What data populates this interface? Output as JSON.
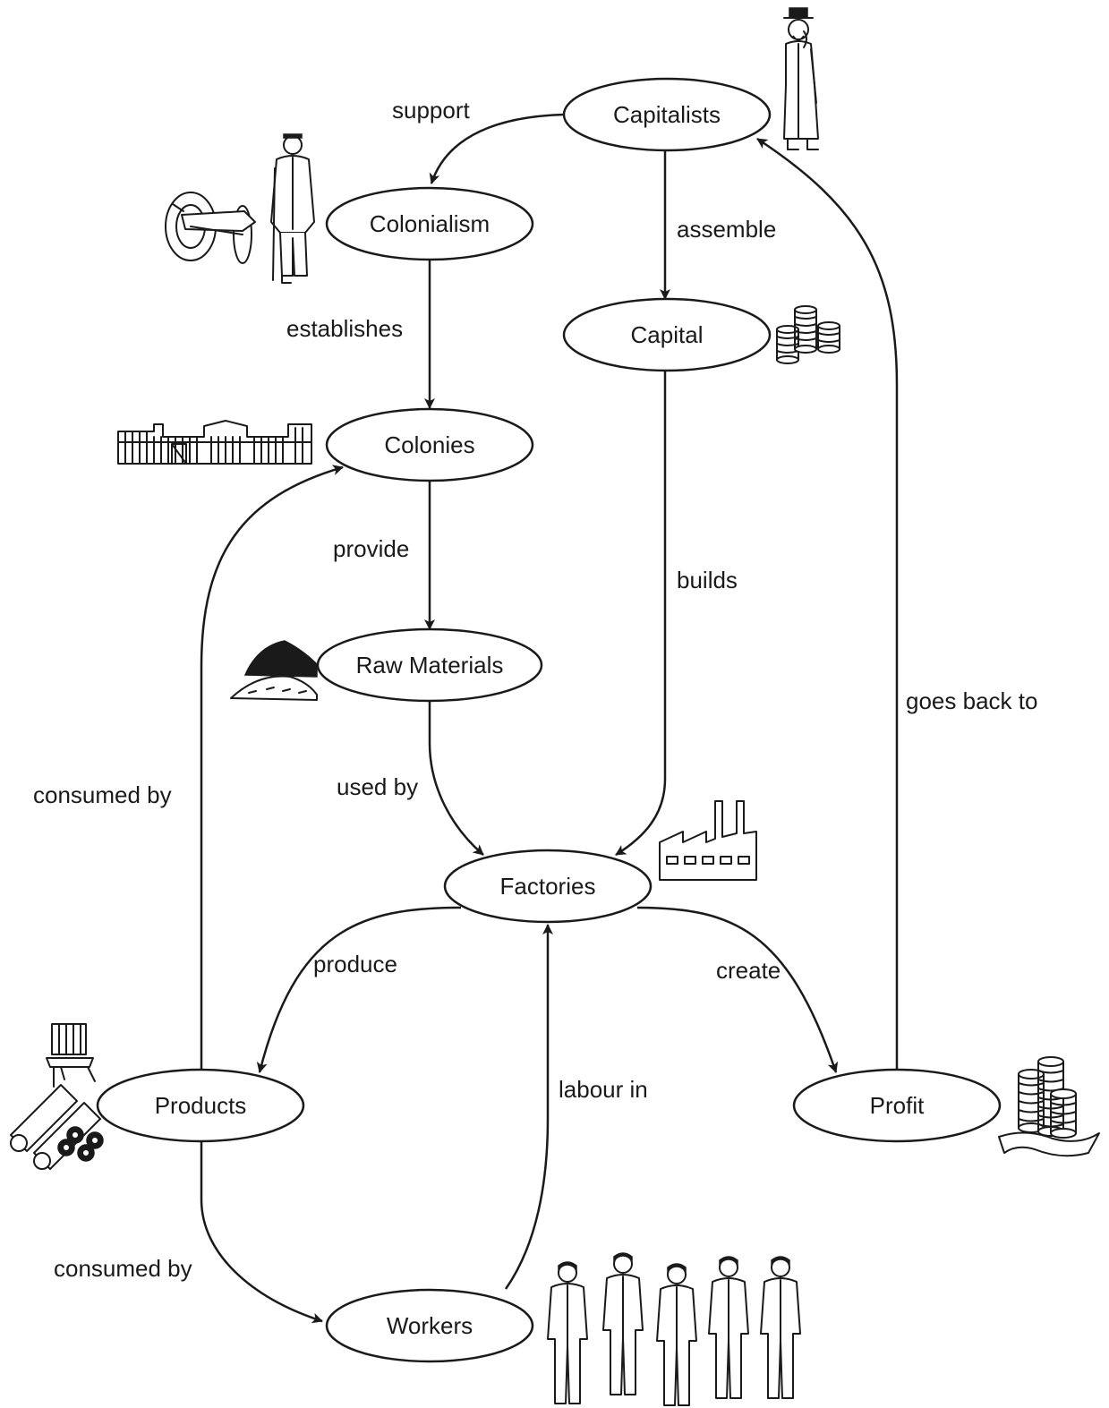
{
  "nodes": {
    "capitalists": "Capitalists",
    "colonialism": "Colonialism",
    "capital": "Capital",
    "colonies": "Colonies",
    "raw_materials": "Raw Materials",
    "factories": "Factories",
    "products": "Products",
    "profit": "Profit",
    "workers": "Workers"
  },
  "edges": {
    "support": "support",
    "assemble": "assemble",
    "establishes": "establishes",
    "provide": "provide",
    "builds": "builds",
    "goes_back_to": "goes back to",
    "used_by": "used by",
    "consumed_by_colonies": "consumed by",
    "produce": "produce",
    "create": "create",
    "labour_in": "labour in",
    "consumed_by_workers": "consumed by"
  },
  "colors": {
    "ink": "#1a1a1a",
    "background": "#ffffff"
  },
  "icons": [
    "capitalist-man-icon",
    "soldier-cannon-icon",
    "coin-stacks-icon",
    "fort-icon",
    "ore-pile-icon",
    "factory-icon",
    "chair-rolls-icon",
    "coins-banknotes-icon",
    "workers-group-icon"
  ]
}
